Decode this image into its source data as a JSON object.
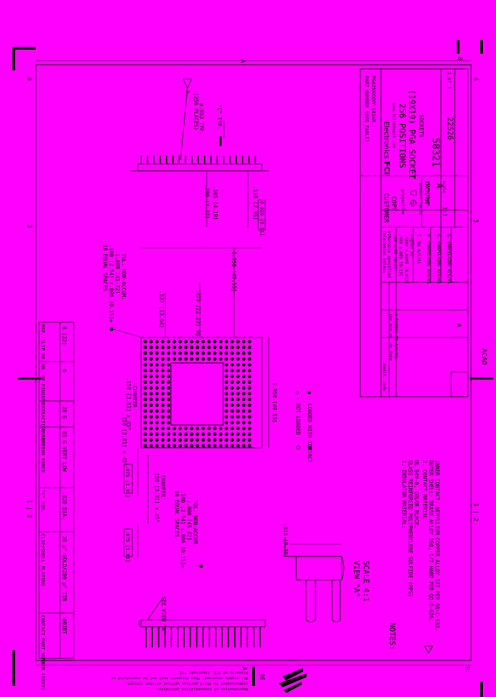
{
  "sheet": {
    "zone_top_a": "A",
    "zone_top_b": "B",
    "zone_bottom_a": "A",
    "zone_bottom_b": "B",
    "zone_left_4": "4",
    "zone_left_3": "3",
    "zone_left_12": "1 | 2",
    "zone_right_4": "4",
    "zone_right_3": "3",
    "zone_right_12": "1 | 2",
    "acad": "ACAD",
    "copyright_1": "Property of FCI. Copyright FCI.",
    "copyright_2": "All rights reserved. This document must not be reproduced or",
    "copyright_3": "communicated to third parties without written consent.",
    "copyright_4": "Reproduction et communication interdites."
  },
  "table": {
    "headers": [
      "CONTACT PART NUMBER (XXXY)",
      "CLIP/SHELL PLATING",
      "\"C\" DIM.",
      "INSERTION FORCE",
      "EXTRACTION FORCE",
      "NO. OF FINGERS",
      "REF. CLIP NO."
    ],
    "row": [
      "003BT",
      "30 µ\" GOLD/200 µ\" TIN",
      ".020 DIA.",
      "65 G VERY LOW",
      "28 G",
      "6",
      "6 (32)"
    ]
  },
  "view": {
    "spaces_top": "18 EQUAL SPACES",
    "spaces_top_2": ".100 [2.54] ±.006 [0.15]=",
    "spaces_top_3": "1.800 [45.72]",
    "spaces_top_4": "TOL. NON-ACCUM.",
    "spaces_left": "18 EQUAL SPACES",
    "spaces_left_2": ".100 [2.54] ±.006 [0.15]=",
    "spaces_left_3": "1.800 [45.72]",
    "spaces_left_4": "TOL. NON-ACCUM.",
    "dim_1950_a": "1.950 [49.53]",
    "dim_1950_b": "1.950 [49.53]",
    "dim_537": ".537 [13.64]",
    "dim_875": ".875 [22.23] SQ.",
    "dim_150_a": ".150 [3.81] x 45°",
    "dim_150_a2": "CHAMFER",
    "dim_150_b": ".150 [3.81] x 45°",
    "dim_150_b2": "CHAMFER",
    "dim_075_a": ".075 [1.91]",
    "dim_075_b": ".075 [1.91]",
    "dim_015": ".015 [0.38]",
    "dim_290": ".290 [7.37]",
    "dim_165": ".165 [4.19]",
    "dim_118": ".118 [2.95]",
    "dim_020": "0.020 [0.51]",
    "places": "(256 PLACES)",
    "dim_053": "ø.053 TYP.",
    "c_typ": "\"C\" TYP.",
    "see_view": "SEE VIEW \"A\"",
    "view_a": "VIEW \"A\"",
    "scale": "SCALE 4:1",
    "legend_1": "○ - NOT LOADED",
    "legend_2": "● - LOADED WITH CONTACT"
  },
  "notes": {
    "title": "NOTES:",
    "n1_a": "1. INSULATOR MATERIAL:",
    "n1_b": "GLASS REINFORCED POLYPHENYLENE SULFIDE (PPS)",
    "n1_c": "UL 94V-0, COLOR BLACK.",
    "n2_a": "2. CONTACT MATERIAL:",
    "n2_b": "OUTER SHELL: BRASS ALLOY 360, 1/2 HARD PER QQ-B-626.",
    "n2_c": "INNER CONTACT: BERYLLIUM COPPER ALLOY 172 PER QQ-C-533."
  },
  "title_block": {
    "part_number": "PART NUMBER (SEE TABLE)",
    "part_pattern": "PGA256XXXY-181AR",
    "company": "FCI",
    "electronics": "Electronics",
    "web": "www.fciconnect.com",
    "title_1": "256 POSITIONS",
    "title_2": "(19X19) PGA SOCKET",
    "product_family": "product family",
    "product_family_val": "SOCKETS",
    "size": "A",
    "dwg_no_label": "drawing no.",
    "dwg_no": "58321",
    "doc_code": "22526",
    "sheet": "1 of 1",
    "customer_copy_1": "CUSTOMER",
    "customer_copy_2": "COPY",
    "projection": "projection",
    "units": "INCH/MM",
    "scale_label": "scale",
    "scale_val": "1:1",
    "tol_1": "tolerances unless",
    "tol_2": "otherwise specified",
    "tol_3": ".XX ±.01 [0.3]",
    "tol_4": ".XXX ±.005 [0.13]",
    "tol_5": ".XXXX ±.0005 [0.013]",
    "tol_6": "angles ±2°",
    "dr": "T. BA  4/5/01",
    "chk": "G. CHAPELAINE 4/5/01",
    "eng": "G. CHAPELAINE 4/5/01",
    "appd": "G. CHAPELAINE 4/5/01",
    "rev_header": "rev  ecn no.  dr  date",
    "rev_row": "A  D10002  TB  4/5/01",
    "rev_a": "A",
    "modif": "modif. code"
  }
}
